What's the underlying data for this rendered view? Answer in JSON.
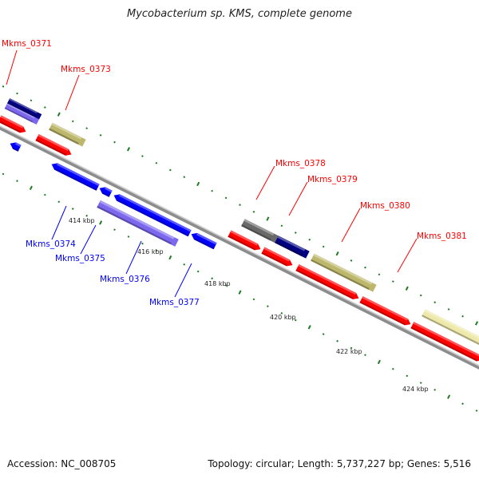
{
  "title": "Mycobacterium sp. KMS, complete genome",
  "footer": {
    "accession": "Accession: NC_008705",
    "summary": "Topology: circular; Length: 5,737,227 bp; Genes: 5,516"
  },
  "colors": {
    "forward_label": "#ff0000",
    "reverse_label": "#0000ff",
    "backbone": "#8c8c8c",
    "tick": "#1e7a1e",
    "red_cds": "#ff0000",
    "blue_cds": "#0000ff",
    "navy_cds": "#000080",
    "lavender_cds": "#7b68ee",
    "khaki_cds": "#bdb76b",
    "pale_khaki_cds": "#eee8aa",
    "gray_cds": "#696969"
  },
  "scale": {
    "unit": "kbp",
    "labels": [
      "414 kbp",
      "416 kbp",
      "418 kbp",
      "420 kbp",
      "422 kbp",
      "424 kbp"
    ]
  },
  "genes": [
    {
      "name": "Mkms_0371",
      "strand": "forward",
      "labeled": true
    },
    {
      "name": "Mkms_0373",
      "strand": "forward",
      "labeled": true
    },
    {
      "name": "Mkms_0374",
      "strand": "reverse",
      "labeled": true
    },
    {
      "name": "Mkms_0375",
      "strand": "reverse",
      "labeled": true
    },
    {
      "name": "Mkms_0376",
      "strand": "reverse",
      "labeled": true
    },
    {
      "name": "Mkms_0377",
      "strand": "reverse",
      "labeled": true
    },
    {
      "name": "Mkms_0378",
      "strand": "forward",
      "labeled": true
    },
    {
      "name": "Mkms_0379",
      "strand": "forward",
      "labeled": true
    },
    {
      "name": "Mkms_0380",
      "strand": "forward",
      "labeled": true
    },
    {
      "name": "Mkms_0381",
      "strand": "forward",
      "labeled": true
    }
  ]
}
